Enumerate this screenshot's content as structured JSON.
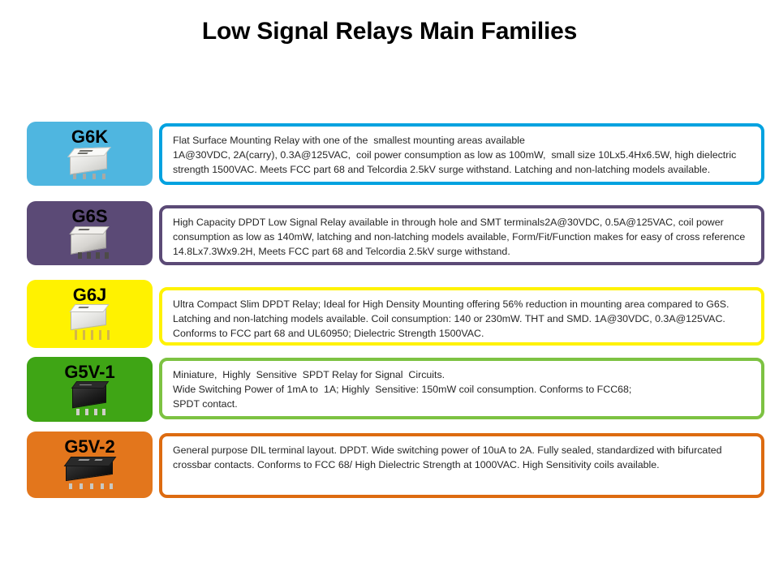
{
  "slide": {
    "title": "Low Signal Relays Main Families"
  },
  "colors": {
    "g6k_chip": "#4FB6E0",
    "g6k_border": "#00A2E0",
    "g6s_chip": "#5B4A76",
    "g6s_border": "#5B4A76",
    "g6j_chip": "#FFF200",
    "g6j_border": "#FFF200",
    "g5v1_chip": "#3FA515",
    "g5v1_border": "#7DC242",
    "g5v2_chip": "#E3761C",
    "g5v2_border": "#DD6B10",
    "text": "#262626",
    "title": "#000000"
  },
  "families": [
    {
      "id": "g6k",
      "name": "G6K",
      "icon": "relay-g6k-icon",
      "description": "Flat Surface Mounting Relay with one of the  smallest mounting areas available\n1A@30VDC, 2A(carry), 0.3A@125VAC,  coil power consumption as low as 100mW,  small size 10Lx5.4Hx6.5W, high dielectric strength 1500VAC. Meets FCC part 68 and Telcordia 2.5kV surge withstand. Latching and non-latching models available."
    },
    {
      "id": "g6s",
      "name": "G6S",
      "icon": "relay-g6s-icon",
      "description": "High  Capacity  DPDT  Low  Signal  Relay available  in through  hole  and  SMT  terminals2A@30VDC,  0.5A@125VAC,  coil  power  consumption  as  low  as  140mW,   latching  and  non-latching  models  available,    Form/Fit/Function  makes for easy of cross reference 14.8Lx7.3Wx9.2H, Meets FCC part 68 and Telcordia 2.5kV surge withstand."
    },
    {
      "id": "g6j",
      "name": "G6J",
      "icon": "relay-g6j-icon",
      "description": "Ultra  Compact  Slim DPDT  Relay; Ideal for High Density Mounting offering  56% reduction in mounting  area compared  to G6S. Latching and non-latching  models  available.  Coil consumption:  140 or 230mW. THT  and SMD. 1A@30VDC,  0.3A@125VAC.  Conforms  to FCC  part  68 and UL60950; Dielectric Strength 1500VAC."
    },
    {
      "id": "g5v1",
      "name": "G5V-1",
      "icon": "relay-g5v1-icon",
      "description": "Miniature,  Highly  Sensitive  SPDT Relay for Signal  Circuits.\nWide Switching Power of 1mA to  1A; Highly  Sensitive: 150mW coil consumption. Conforms to FCC68;\nSPDT contact."
    },
    {
      "id": "g5v2",
      "name": "G5V-2",
      "icon": "relay-g5v2-icon",
      "description": "General purpose  DIL terminal layout. DPDT.  Wide switching power  of 10uA to  2A. Fully sealed, standardized with bifurcated crossbar contacts. Conforms to  FCC 68/ High Dielectric Strength  at 1000VAC. High Sensitivity coils available."
    }
  ]
}
